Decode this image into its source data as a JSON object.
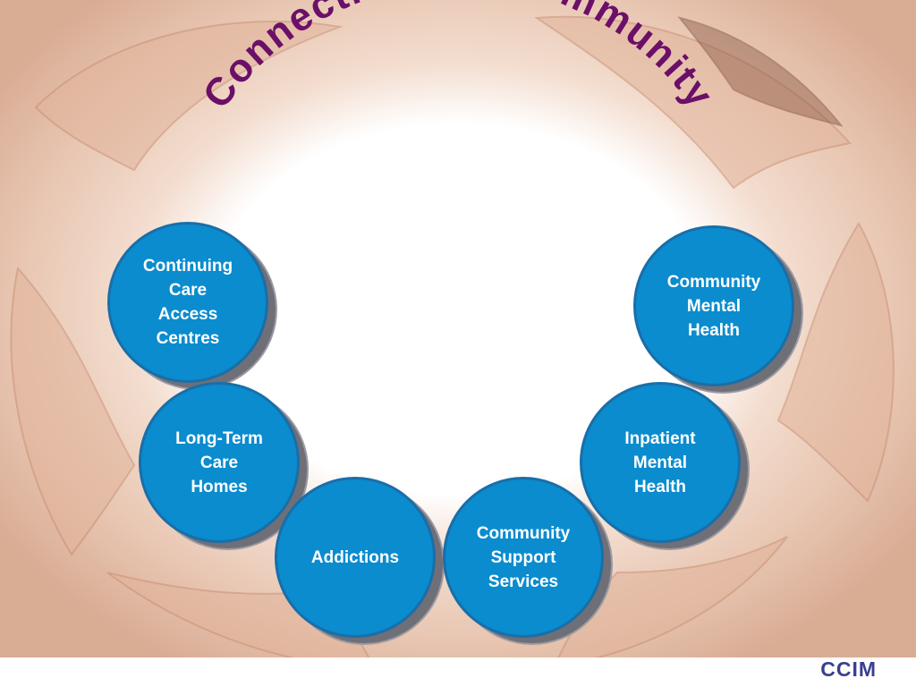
{
  "title": "Connecting the Community",
  "colors": {
    "title": "#6b0f68",
    "node_fill": "#0a8cce",
    "node_border": "#1a6ea8",
    "node_shadow": "#6f6f78",
    "logo": "#3a3f8f"
  },
  "nodes": [
    {
      "id": "ccac",
      "label": "Continuing\nCare\nAccess\nCentres"
    },
    {
      "id": "ltc",
      "label": "Long-Term\nCare\nHomes"
    },
    {
      "id": "addictions",
      "label": "Addictions"
    },
    {
      "id": "css",
      "label": "Community\nSupport\nServices"
    },
    {
      "id": "imh",
      "label": "Inpatient\nMental\nHealth"
    },
    {
      "id": "cmh",
      "label": "Community\nMental\nHealth"
    }
  ],
  "logo": {
    "text": "CCIM"
  }
}
